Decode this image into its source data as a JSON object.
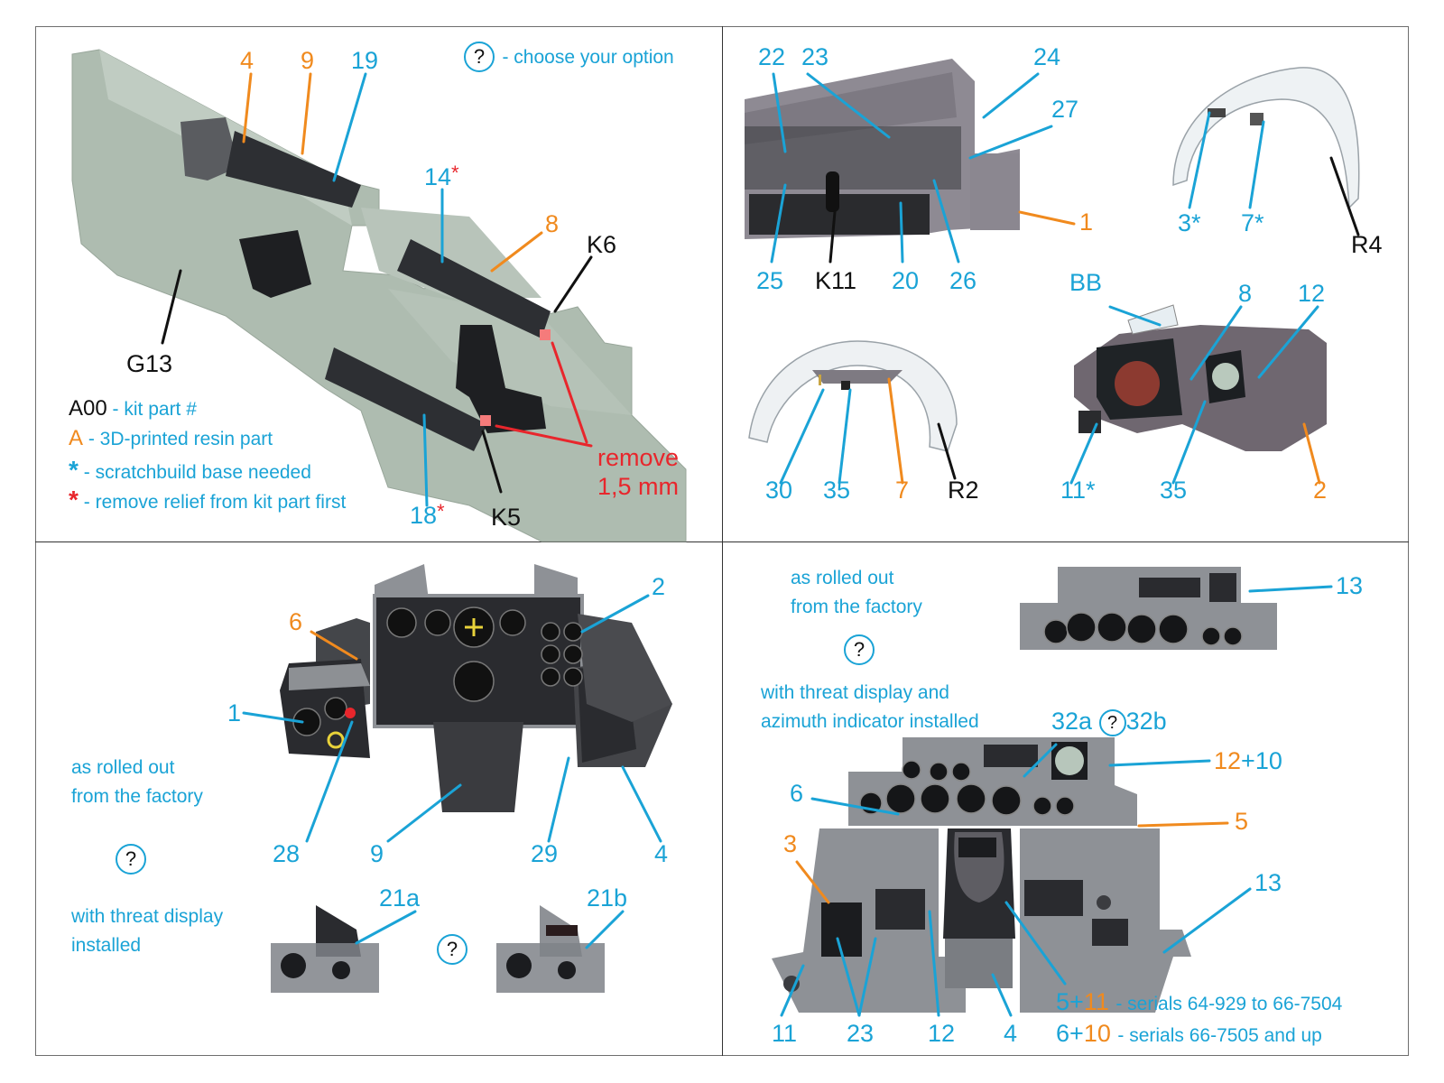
{
  "legend": {
    "option_note": "- choose your option",
    "option_symbol": "?",
    "kit_part_code": "A00",
    "kit_part_text": "- kit part #",
    "resin_code": "A",
    "resin_text": "- 3D-printed resin part",
    "scratch_symbol": "*",
    "scratch_text": "- scratchbuild base needed",
    "relief_symbol": "*",
    "relief_text": "- remove relief from kit part first"
  },
  "colors": {
    "decal_part": "#1aa3d6",
    "resin_part": "#f08a1e",
    "warning": "#e8262c",
    "kit_part": "#111111"
  },
  "panel_top_left": {
    "callouts": [
      {
        "id": "4",
        "type": "resin"
      },
      {
        "id": "9",
        "type": "resin"
      },
      {
        "id": "19",
        "type": "decal"
      },
      {
        "id": "14",
        "type": "decal",
        "mark": "*"
      },
      {
        "id": "8",
        "type": "resin"
      },
      {
        "id": "K6",
        "type": "kit"
      },
      {
        "id": "G13",
        "type": "kit"
      },
      {
        "id": "18",
        "type": "decal",
        "mark": "*"
      },
      {
        "id": "K5",
        "type": "kit"
      }
    ],
    "remove_note_line1": "remove",
    "remove_note_line2": "1,5 mm"
  },
  "panel_top_right": {
    "callouts": [
      {
        "id": "22",
        "type": "decal"
      },
      {
        "id": "23",
        "type": "decal"
      },
      {
        "id": "24",
        "type": "decal"
      },
      {
        "id": "27",
        "type": "decal"
      },
      {
        "id": "1",
        "type": "resin"
      },
      {
        "id": "25",
        "type": "decal"
      },
      {
        "id": "K11",
        "type": "kit"
      },
      {
        "id": "20",
        "type": "decal"
      },
      {
        "id": "26",
        "type": "decal"
      },
      {
        "id": "3*",
        "type": "decal"
      },
      {
        "id": "7*",
        "type": "decal"
      },
      {
        "id": "R4",
        "type": "kit"
      },
      {
        "id": "BB",
        "type": "decal"
      },
      {
        "id": "8",
        "type": "decal"
      },
      {
        "id": "12",
        "type": "decal"
      },
      {
        "id": "30",
        "type": "decal"
      },
      {
        "id": "35",
        "type": "decal"
      },
      {
        "id": "7",
        "type": "resin"
      },
      {
        "id": "R2",
        "type": "kit"
      },
      {
        "id": "11*",
        "type": "decal"
      },
      {
        "id": "35b",
        "label": "35",
        "type": "decal"
      },
      {
        "id": "2",
        "type": "resin"
      }
    ]
  },
  "panel_bottom_left": {
    "option_a": "as rolled out\nfrom the factory",
    "option_a_line1": "as rolled out",
    "option_a_line2": "from the factory",
    "option_b_line1": "with threat display",
    "option_b_line2": "installed",
    "callouts": [
      {
        "id": "6",
        "type": "resin"
      },
      {
        "id": "2",
        "type": "decal"
      },
      {
        "id": "1",
        "type": "decal"
      },
      {
        "id": "28",
        "type": "decal"
      },
      {
        "id": "9",
        "type": "decal"
      },
      {
        "id": "29",
        "type": "decal"
      },
      {
        "id": "4",
        "type": "decal"
      },
      {
        "id": "21a",
        "type": "decal"
      },
      {
        "id": "21b",
        "type": "decal"
      }
    ]
  },
  "panel_bottom_right": {
    "option_a_line1": "as rolled out",
    "option_a_line2": "from the factory",
    "option_b_line1": "with threat display and",
    "option_b_line2": "azimuth indicator installed",
    "callouts": [
      {
        "id": "13",
        "type": "decal"
      },
      {
        "id": "32a",
        "type": "decal"
      },
      {
        "id": "32b",
        "type": "decal"
      },
      {
        "id": "12+10",
        "parts": [
          {
            "t": "12",
            "type": "resin"
          },
          {
            "t": "+10",
            "type": "decal"
          }
        ]
      },
      {
        "id": "6",
        "type": "decal"
      },
      {
        "id": "5",
        "type": "resin"
      },
      {
        "id": "3",
        "type": "resin"
      },
      {
        "id": "13b",
        "label": "13",
        "type": "decal"
      },
      {
        "id": "11",
        "type": "decal"
      },
      {
        "id": "23",
        "type": "decal"
      },
      {
        "id": "12",
        "type": "decal"
      },
      {
        "id": "4",
        "type": "decal"
      }
    ],
    "serials": [
      {
        "a": "5",
        "plus": "+",
        "b": "11",
        "text": "- serials 64-929 to 66-7504"
      },
      {
        "a": "6",
        "plus": "+",
        "b": "10",
        "text": "- serials 66-7505 and up"
      }
    ]
  }
}
